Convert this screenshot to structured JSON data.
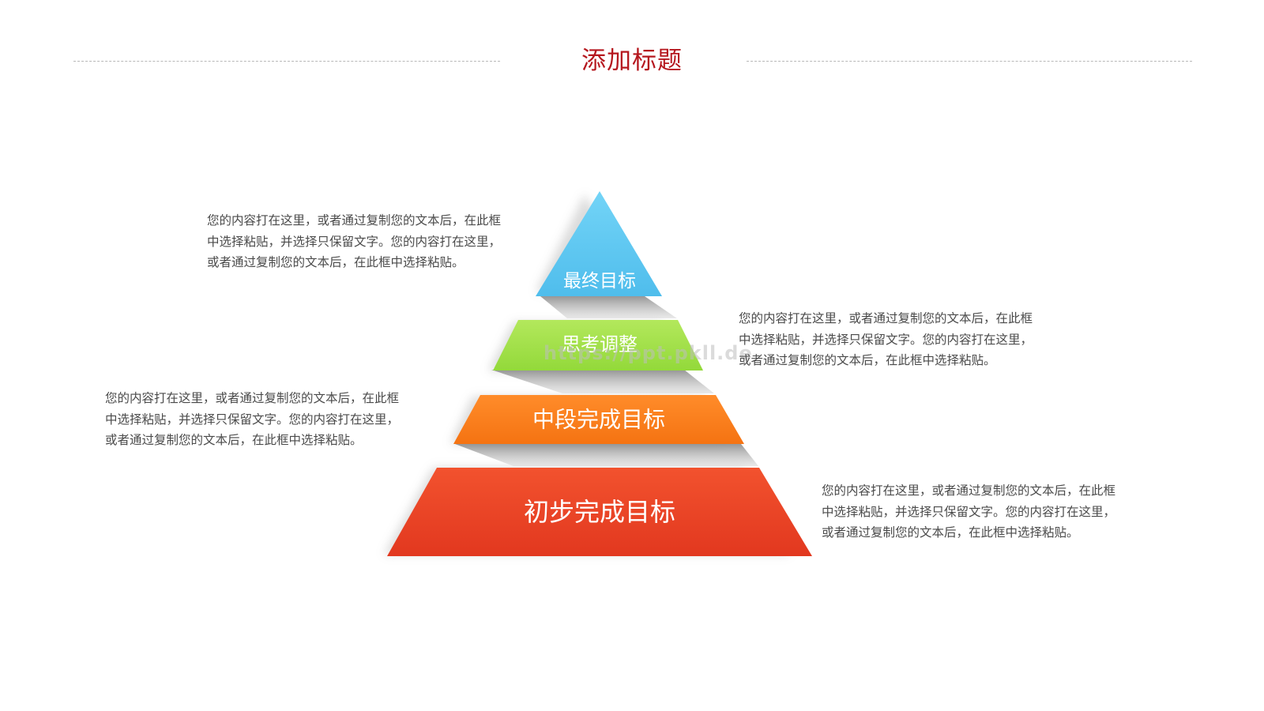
{
  "title": "添加标题",
  "watermark": "https://ppt.pkll.de",
  "colors": {
    "title": "#b5171e",
    "level_top": "#5ec9f1",
    "level_second": "#a6e24a",
    "level_third": "#fb7e1e",
    "level_bottom": "#ea4126"
  },
  "levels": [
    {
      "label": "最终目标"
    },
    {
      "label": "思考调整"
    },
    {
      "label": "中段完成目标"
    },
    {
      "label": "初步完成目标"
    }
  ],
  "descriptions": [
    {
      "lines": [
        "您的内容打在这里，或者通过复制您的文本后，在此框",
        "中选择粘贴，并选择只保留文字。您的内容打在这里，",
        "或者通过复制您的文本后，在此框中选择粘贴。"
      ]
    },
    {
      "lines": [
        "您的内容打在这里，或者通过复制您的文本后，在此框",
        "中选择粘贴，并选择只保留文字。您的内容打在这里，",
        "或者通过复制您的文本后，在此框中选择粘贴。"
      ]
    },
    {
      "lines": [
        "您的内容打在这里，或者通过复制您的文本后，在此框",
        "中选择粘贴，并选择只保留文字。您的内容打在这里，",
        "或者通过复制您的文本后，在此框中选择粘贴。"
      ]
    },
    {
      "lines": [
        "您的内容打在这里，或者通过复制您的文本后，在此框",
        "中选择粘贴，并选择只保留文字。您的内容打在这里，",
        "或者通过复制您的文本后，在此框中选择粘贴。"
      ]
    }
  ]
}
